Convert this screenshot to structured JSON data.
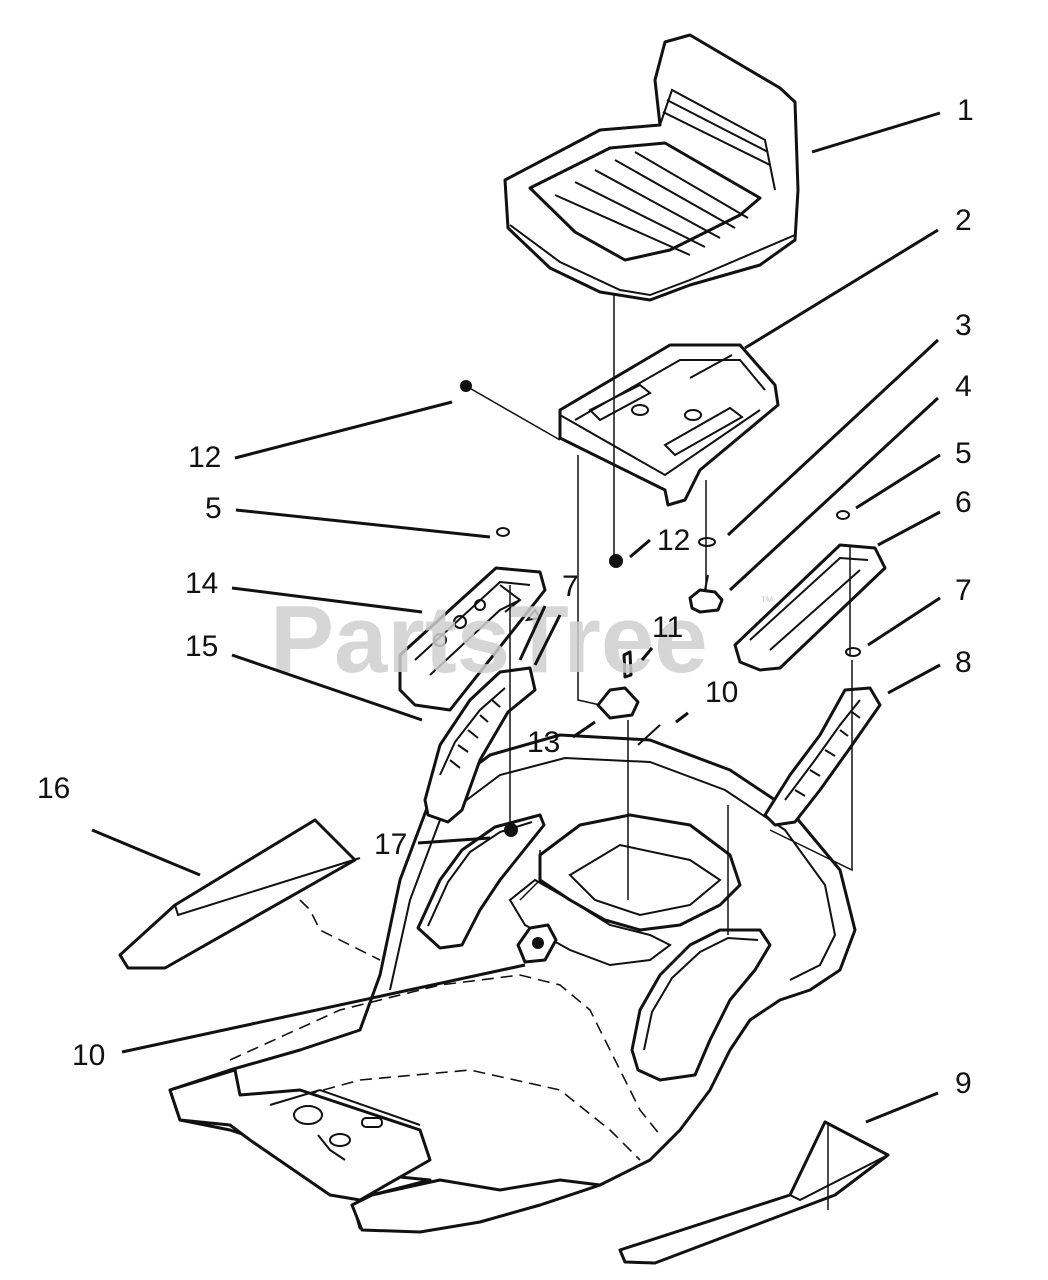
{
  "watermark": {
    "text": "PartsTree",
    "trademark": "™"
  },
  "callouts": [
    {
      "id": "c1",
      "label": "1"
    },
    {
      "id": "c2",
      "label": "2"
    },
    {
      "id": "c3",
      "label": "3"
    },
    {
      "id": "c4",
      "label": "4"
    },
    {
      "id": "c5a",
      "label": "5"
    },
    {
      "id": "c5b",
      "label": "5"
    },
    {
      "id": "c6",
      "label": "6"
    },
    {
      "id": "c7a",
      "label": "7"
    },
    {
      "id": "c7b",
      "label": "7"
    },
    {
      "id": "c8",
      "label": "8"
    },
    {
      "id": "c9",
      "label": "9"
    },
    {
      "id": "c10a",
      "label": "10"
    },
    {
      "id": "c10b",
      "label": "10"
    },
    {
      "id": "c11",
      "label": "11"
    },
    {
      "id": "c12a",
      "label": "12"
    },
    {
      "id": "c12b",
      "label": "12"
    },
    {
      "id": "c13",
      "label": "13"
    },
    {
      "id": "c14",
      "label": "14"
    },
    {
      "id": "c15",
      "label": "15"
    },
    {
      "id": "c16",
      "label": "16"
    },
    {
      "id": "c17",
      "label": "17"
    }
  ]
}
